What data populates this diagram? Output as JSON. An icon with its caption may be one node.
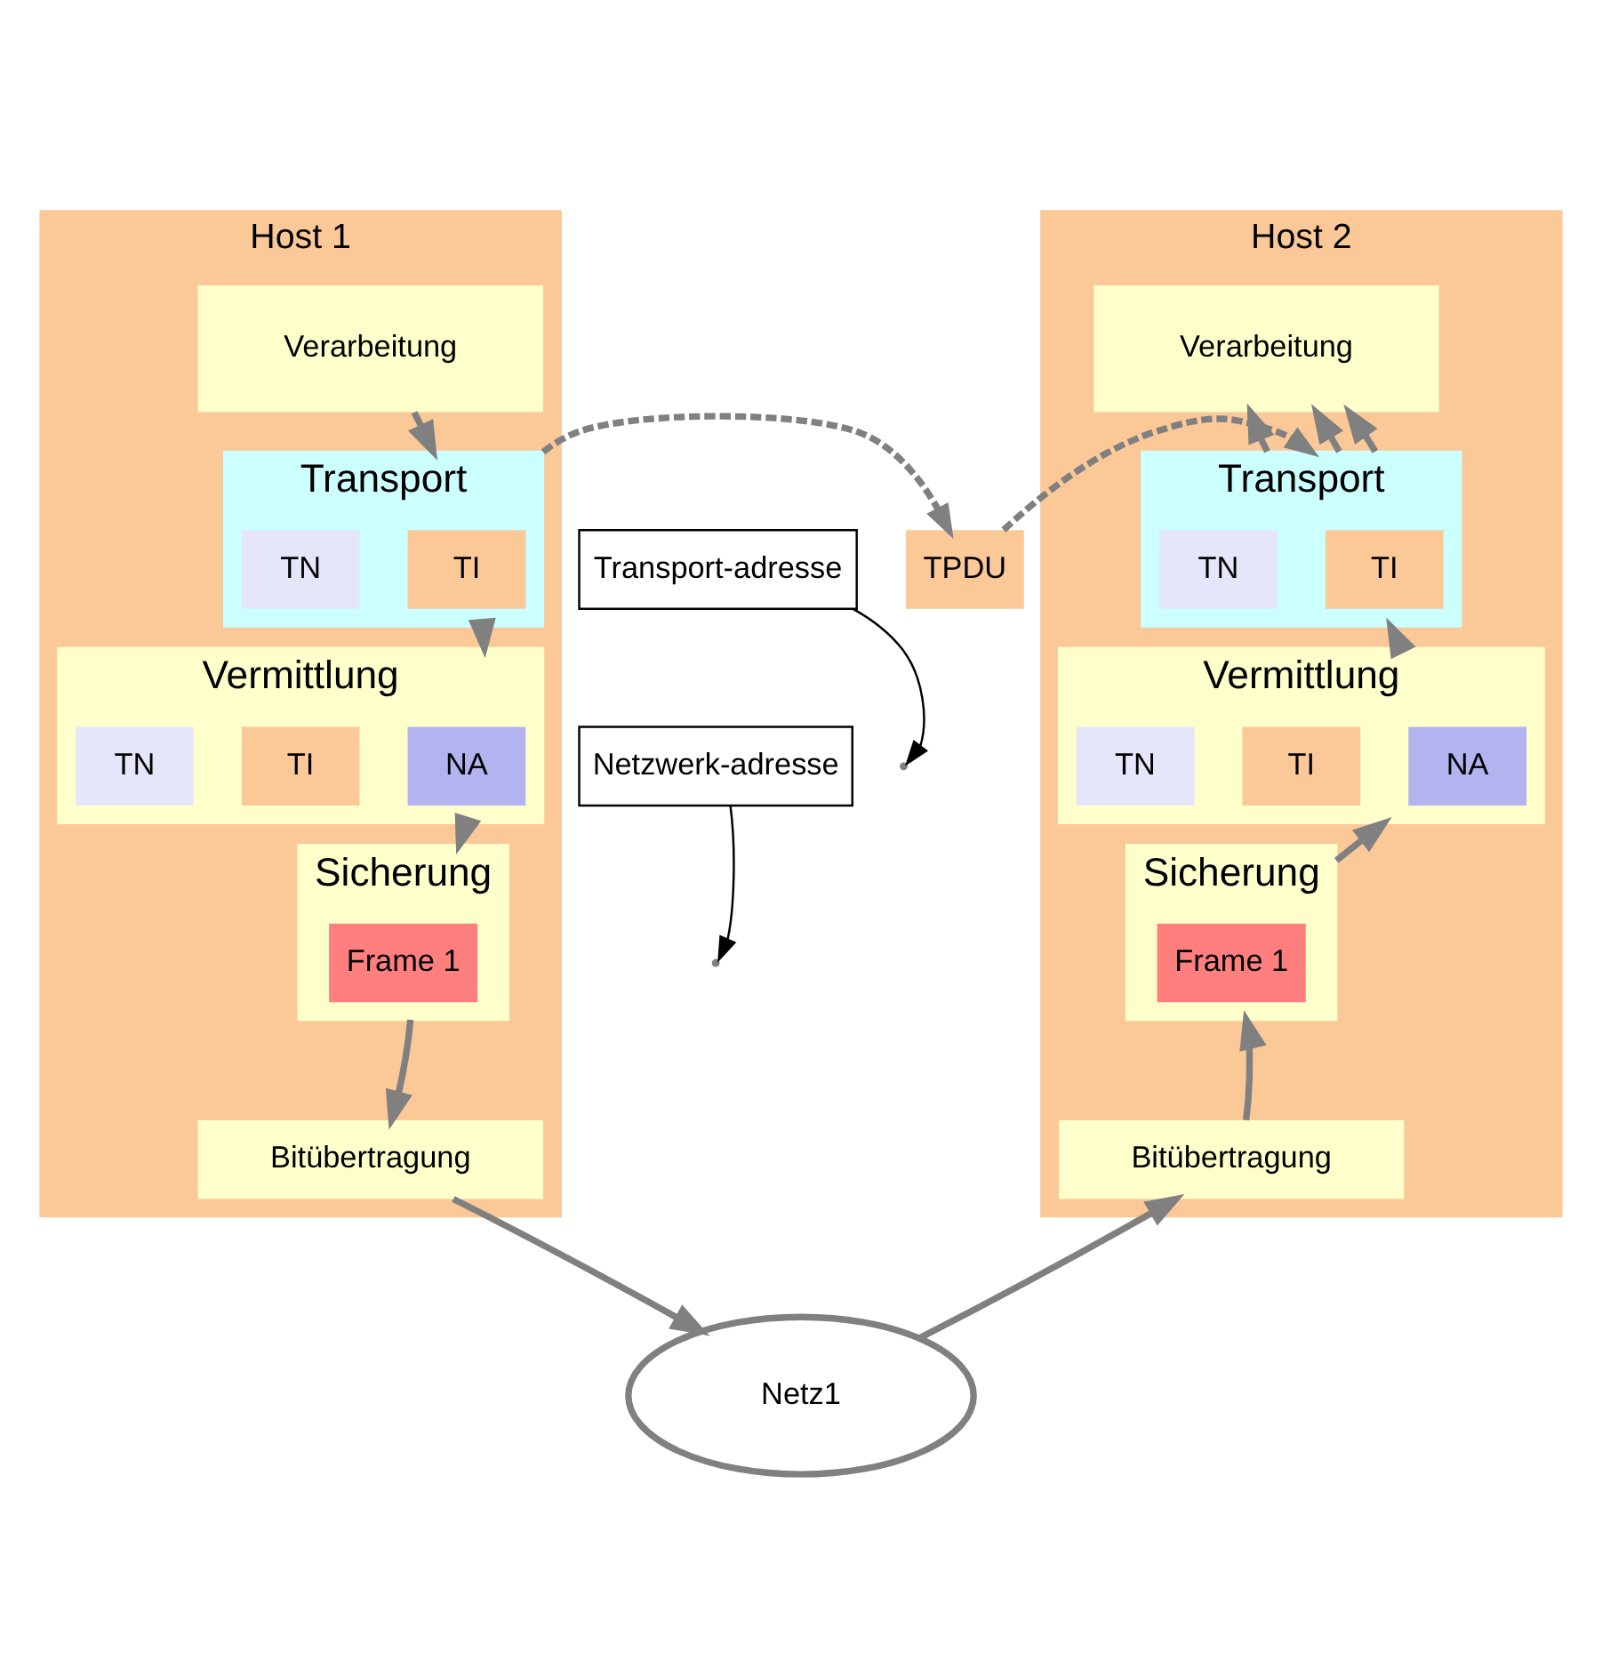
{
  "diagram": {
    "nodes": [
      {
        "text": [
          "Host 1"
        ]
      },
      {
        "text": [
          "Verarbeitung"
        ],
        "in": 0
      },
      {
        "text": [
          "Transport"
        ],
        "in": 0
      },
      {
        "text": [
          "TI"
        ],
        "in": 2
      },
      {
        "text": [
          "TN"
        ],
        "in": 2
      },
      {
        "text": [
          "Vermittlung"
        ],
        "in": 0
      },
      {
        "text": [
          "NA"
        ],
        "in": 5
      },
      {
        "text": [
          "TI"
        ],
        "in": 5
      },
      {
        "text": [
          "TN"
        ],
        "in": 5
      },
      {
        "text": [
          "Sicherung"
        ],
        "in": 0
      },
      {
        "text": [
          "Frame 1"
        ],
        "in": 9
      },
      {
        "text": [
          "Bitübertragung"
        ],
        "in": 0
      },
      {
        "text": [
          "Host 2"
        ]
      },
      {
        "text": [
          "Verarbeitung"
        ],
        "in": 12
      },
      {
        "text": [
          "Transport"
        ],
        "in": 12
      },
      {
        "text": [
          "TI"
        ],
        "in": 14
      },
      {
        "text": [
          "TN"
        ],
        "in": 14
      },
      {
        "text": [
          "Vermittlung"
        ],
        "in": 12
      },
      {
        "text": [
          "NA"
        ],
        "in": 17
      },
      {
        "text": [
          "TI"
        ],
        "in": 17
      },
      {
        "text": [
          "TN"
        ],
        "in": 17
      },
      {
        "text": [
          "Sicherung"
        ],
        "in": 12
      },
      {
        "text": [
          "Frame 1"
        ],
        "in": 21
      },
      {
        "text": [
          "Bitübertragung"
        ],
        "in": 12
      },
      {
        "text": [
          "Transport-adresse"
        ]
      },
      {
        "text": [
          "Netzwerk-adresse"
        ]
      },
      {
        "text": [
          "TPDU"
        ]
      },
      {
        "text": [
          "Netz1"
        ]
      }
    ],
    "edges": [
      {
        "from": 1,
        "to": 2,
        "arrow": "to"
      },
      {
        "from": 2,
        "to": 5,
        "arrow": "to"
      },
      {
        "from": 5,
        "to": 9,
        "arrow": "to"
      },
      {
        "from": 9,
        "to": 11,
        "arrow": "to"
      },
      {
        "from": 11,
        "to": 27,
        "arrow": "to"
      },
      {
        "from": 27,
        "to": 23,
        "arrow": "to"
      },
      {
        "from": 23,
        "to": 21,
        "arrow": "to"
      },
      {
        "from": 21,
        "to": 17,
        "arrow": "to"
      },
      {
        "from": 17,
        "to": 14,
        "arrow": "to"
      },
      {
        "from": 14,
        "to": 13,
        "arrow": "to"
      },
      {
        "from": 14,
        "to": 13,
        "arrow": "to"
      },
      {
        "from": 14,
        "to": 13,
        "arrow": "to"
      },
      {
        "from": 2,
        "to": 26,
        "arrow": "to",
        "style": "dashed"
      },
      {
        "from": 26,
        "to": 14,
        "arrow": "to",
        "style": "dashed"
      },
      {
        "from": 24,
        "to": null,
        "arrow": "to",
        "color": "#000000"
      },
      {
        "from": 25,
        "to": null,
        "arrow": "to",
        "color": "#000000"
      }
    ]
  }
}
